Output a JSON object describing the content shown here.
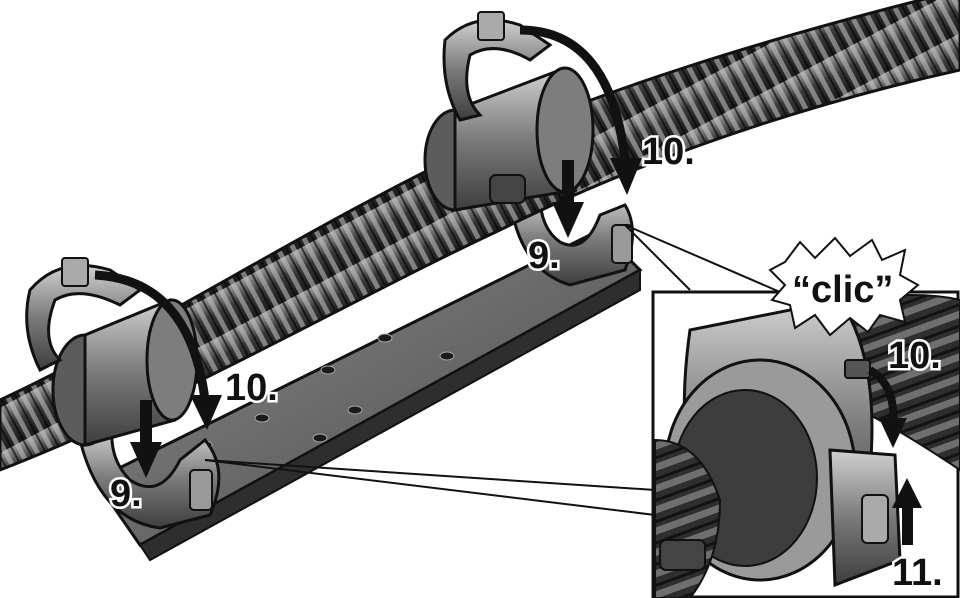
{
  "labels": {
    "step_9_left": "9.",
    "step_10_left": "10.",
    "step_9_right": "9.",
    "step_10_right": "10.",
    "inset_step_10": "10.",
    "inset_step_11": "11.",
    "sound": "“clic”"
  },
  "colors": {
    "background": "#ffffff",
    "line": "#111111",
    "hose_dark": "#2b2b2b",
    "hose_rib": "#8a8a8a",
    "plastic": "#6f6f6f",
    "plastic_light": "#b5b5b5",
    "plate": "#5a5a5a",
    "arrow": "#111111"
  },
  "icons": {
    "arrow_down": "arrow-down-icon",
    "arrow_up": "arrow-up-icon",
    "arrow_curved": "curved-arrow-icon"
  }
}
